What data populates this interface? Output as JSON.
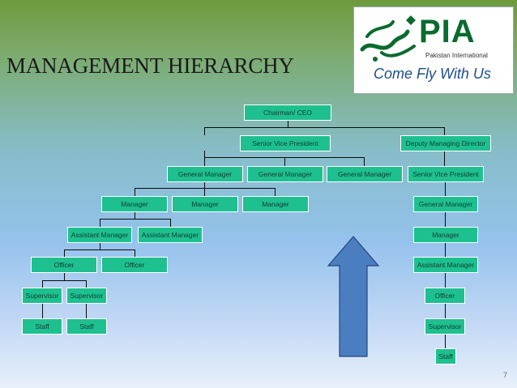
{
  "slide": {
    "title": "MANAGEMENT HIERARCHY",
    "page_number": "7"
  },
  "logo": {
    "name": "PIA",
    "subtitle": "Pakistan International",
    "tagline": "Come Fly With Us",
    "colors": {
      "green": "#0b6b2f",
      "blue": "#1c4f8c"
    }
  },
  "chart": {
    "box_color": "#1ec08f",
    "line_color": "#0b0b0b",
    "arrow_color": "#4a7ec0",
    "nodes": {
      "chairman": "Chairman/ CEO",
      "svp_left": "Senior Vice President",
      "dmd": "Deputy Managing Director",
      "gm1": "General Manager",
      "gm2": "General Manager",
      "gm3": "General Manager",
      "svp_right": "Senior Vice President",
      "mgr1": "Manager",
      "mgr2": "Manager",
      "mgr3": "Manager",
      "gm_right": "General Manager",
      "am1": "Assistant Manager",
      "am2": "Assistant Manager",
      "mgr_right": "Manager",
      "off1": "Officer",
      "off2": "Officer",
      "am_right": "Assistant Manager",
      "sup1": "Supervisor",
      "sup2": "Supervisor",
      "off_right": "Officer",
      "staff1": "Staff",
      "staff2": "Staff",
      "sup_right": "Supervisor",
      "staff_right": "Staff"
    }
  }
}
